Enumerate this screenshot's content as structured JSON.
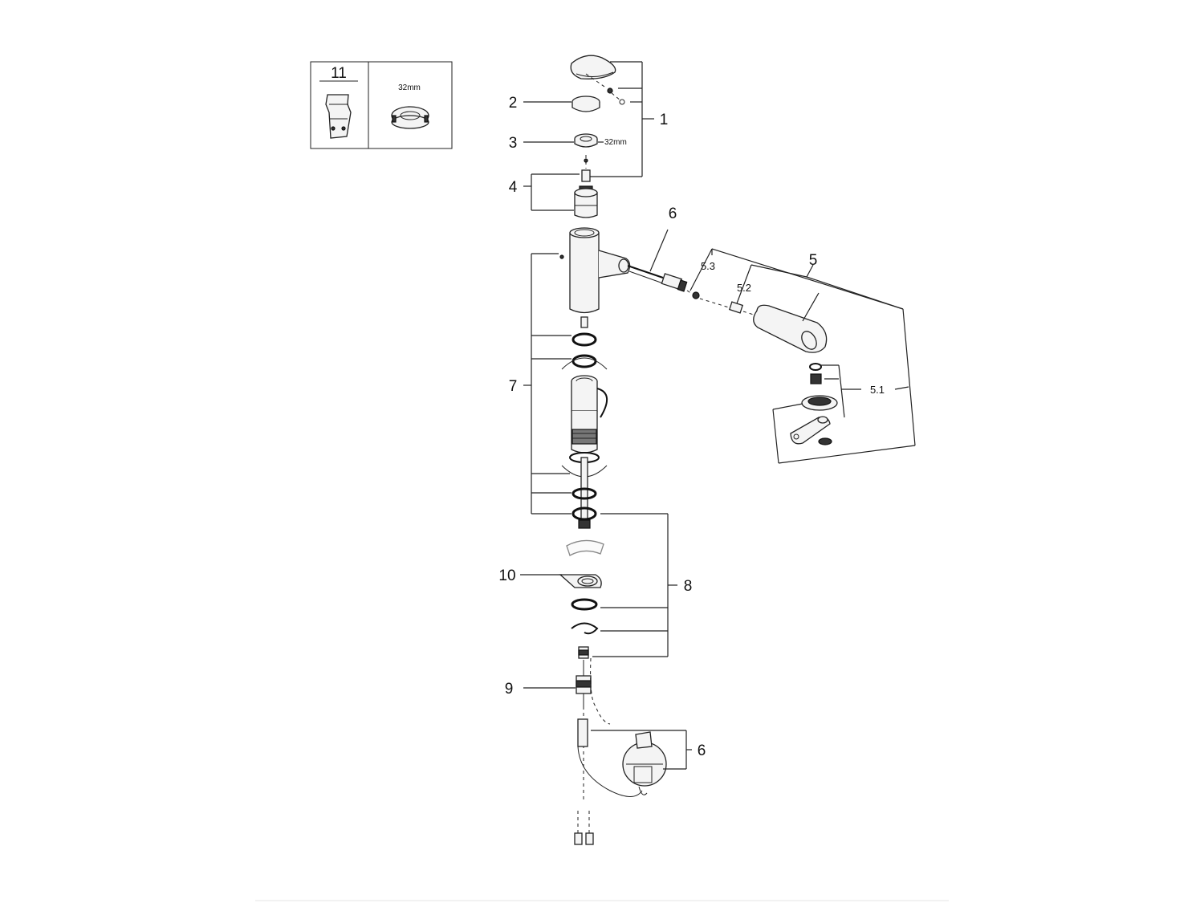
{
  "labels": {
    "p1": "1",
    "p2": "2",
    "p3": "3",
    "p4": "4",
    "p5": "5",
    "p5_1": "5.1",
    "p5_2": "5.2",
    "p5_3": "5.3",
    "p6_top": "6",
    "p6_bottom": "6",
    "p7": "7",
    "p8": "8",
    "p9": "9",
    "p10": "10",
    "p11": "11"
  },
  "annotations": {
    "wrench_size": "32mm",
    "nut_size": "32mm"
  }
}
